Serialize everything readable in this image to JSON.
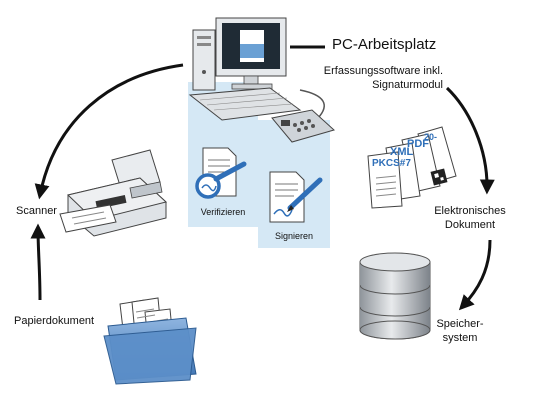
{
  "labels": {
    "pc_title": "PC-Arbeitsplatz",
    "software_line1": "Erfassungssoftware inkl.",
    "software_line2": "Signaturmodul",
    "verifizieren": "Verifizieren",
    "signieren": "Signieren",
    "scanner": "Scanner",
    "papierdokument": "Papierdokument",
    "elektronisches_line1": "Elektronisches",
    "elektronisches_line2": "Dokument",
    "speicher_line1": "Speicher-",
    "speicher_line2": "system"
  },
  "format_labels": {
    "pkcs": "PKCS#7",
    "xml": "XML",
    "pdf": "PDF",
    "code": "20-"
  },
  "colors": {
    "panel": "#d5e8f5",
    "cylinder": "#c8ccd0",
    "folder": "#5c8fc9",
    "pen": "#2f6fb8"
  }
}
